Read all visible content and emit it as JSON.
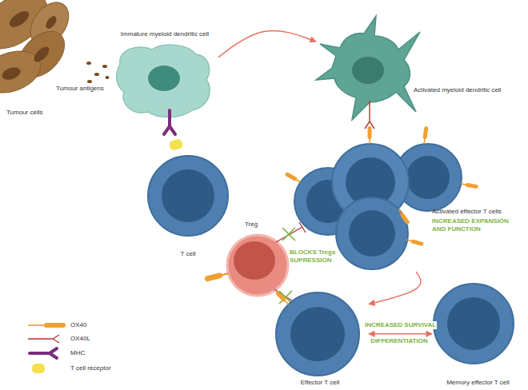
{
  "diagram": {
    "nodes": [
      {
        "text": [
          "Tumour cells"
        ]
      },
      {
        "text": [
          "Immature myeloid dendritic cell"
        ]
      },
      {
        "text": [
          "T cell"
        ]
      },
      {
        "text": [
          "Activated myeloid dendritic cell"
        ]
      },
      {
        "text": [
          "Activated effector T cells",
          "INCREASED EXPANSION AND FUNCTION"
        ]
      },
      {
        "text": [
          "Treg"
        ]
      },
      {
        "text": [
          "Effector T cell"
        ]
      },
      {
        "text": [
          "Memory effector T cell"
        ]
      }
    ],
    "edges": [
      {
        "from": 1,
        "to": 3,
        "arrow": "to"
      },
      {
        "from": 4,
        "to": 6,
        "arrow": "to"
      },
      {
        "from": 6,
        "to": 7,
        "arrow": "both",
        "label": "INCREASED SURVIVAL"
      }
    ],
    "labels": [
      "Tumour antigens",
      "BLOCKS Tregs SUPRESSION",
      "DIFFERENTIATION"
    ],
    "legend": [
      {
        "text": "OX40"
      },
      {
        "text": "OX40L"
      },
      {
        "text": "MHC"
      },
      {
        "text": "T cell receptor"
      }
    ]
  }
}
